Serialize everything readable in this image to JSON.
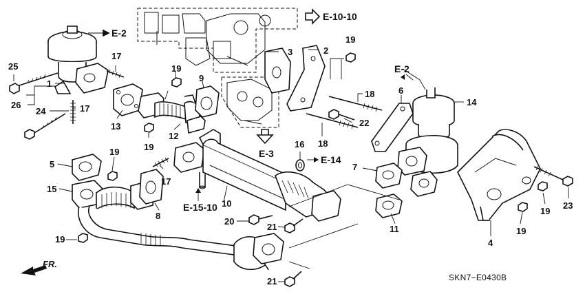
{
  "callouts": {
    "n25": "25",
    "n1": "1",
    "n26": "26",
    "n24": "24",
    "n17a": "17",
    "n17b": "17",
    "n17c": "17",
    "n13": "13",
    "n19a": "19",
    "n19b": "19",
    "n19c": "19",
    "n19d": "19",
    "n19e": "19",
    "n19f": "19",
    "n19g": "19",
    "n9": "9",
    "n12": "12",
    "n3": "3",
    "n2": "2",
    "n18a": "18",
    "n18b": "18",
    "n22": "22",
    "n6": "6",
    "n14": "14",
    "n5": "5",
    "n15": "15",
    "n8": "8",
    "n10": "10",
    "n16": "16",
    "n7": "7",
    "n11": "11",
    "n20": "20",
    "n21a": "21",
    "n21b": "21",
    "n4": "4",
    "n23": "23"
  },
  "references": {
    "e2_top": "E-2",
    "e10_10": "E-10-10",
    "e2_right": "E-2",
    "e3": "E-3",
    "e14": "E-14",
    "e15_10": "E-15-10",
    "fr": "FR."
  },
  "diagram_code": "SKN7−E0430B"
}
